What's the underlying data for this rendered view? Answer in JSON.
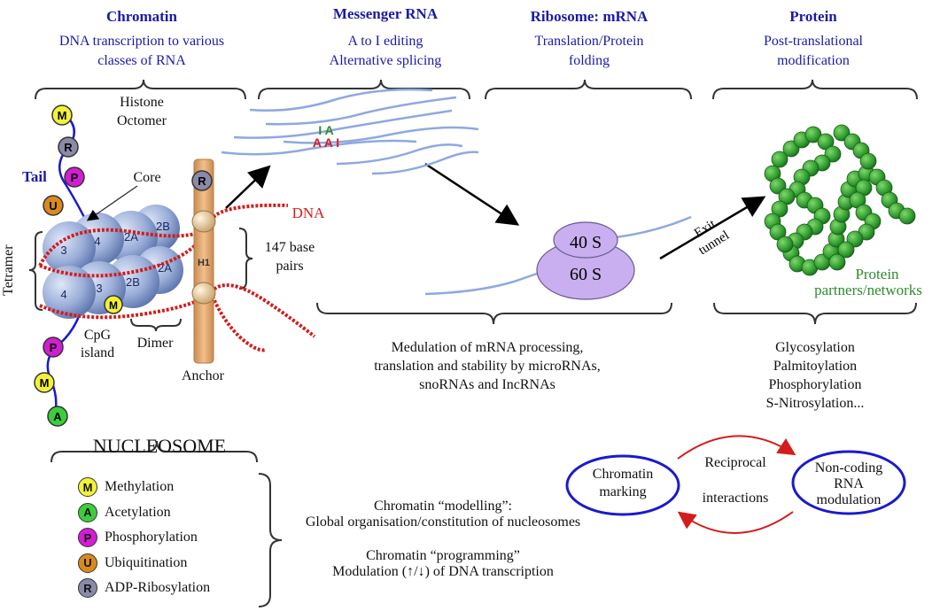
{
  "columns": [
    {
      "title": "Chromatin",
      "subtitle_1": "DNA transcription to various",
      "subtitle_2": "classes of RNA"
    },
    {
      "title": "Messenger RNA",
      "subtitle_1": "A to I editing",
      "subtitle_2": "Alternative splicing"
    },
    {
      "title": "Ribosome: mRNA",
      "subtitle_1": "Translation/Protein",
      "subtitle_2": "folding"
    },
    {
      "title": "Protein",
      "subtitle_1": "Post-translational",
      "subtitle_2": "modification"
    }
  ],
  "nucleosome": {
    "histone_1": "Histone",
    "histone_2": "Octomer",
    "tail": "Tail",
    "core": "Core",
    "tetramer": "Tetramer",
    "dna": "DNA",
    "bp_1": "147 base",
    "bp_2": "pairs",
    "cpg_1": "CpG",
    "cpg_2": "island",
    "dimer": "Dimer",
    "anchor": "Anchor",
    "h1": "H1",
    "title": "NUCLEOSOME",
    "histone_letters": [
      "3",
      "4",
      "2A",
      "2B",
      "4",
      "3",
      "2B",
      "2A"
    ],
    "tail_marks_top": [
      "M",
      "R",
      "P",
      "U"
    ],
    "tail_marks_bottom": [
      "P",
      "M",
      "A"
    ],
    "anchor_mark": "R",
    "cpg_mark": "M"
  },
  "mrna": {
    "editing_top": "I A",
    "editing_bottom": "A A I"
  },
  "ribosome": {
    "small": "40 S",
    "large": "60 S",
    "exit_1": "Exit",
    "exit_2": "tunnel",
    "caption_1": "Medulation of mRNA processing,",
    "caption_2": "translation and stability by microRNAs,",
    "caption_3": "snoRNAs and IncRNAs"
  },
  "protein": {
    "partners_1": "Protein",
    "partners_2": "partners/networks",
    "mods": [
      "Glycosylation",
      "Palmitoylation",
      "Phosphorylation",
      "S-Nitrosylation..."
    ]
  },
  "legend": [
    {
      "letter": "M",
      "label": "Methylation",
      "color": "#f2f23a"
    },
    {
      "letter": "A",
      "label": "Acetylation",
      "color": "#3ccd3c"
    },
    {
      "letter": "P",
      "label": "Phosphorylation",
      "color": "#d21ed2"
    },
    {
      "letter": "U",
      "label": "Ubiquitination",
      "color": "#d98a1e"
    },
    {
      "letter": "R",
      "label": "ADP-Ribosylation",
      "color": "#8a8aa8"
    }
  ],
  "chromatin_text": {
    "modelling_1": "Chromatin “modelling”:",
    "modelling_2": "Global organisation/constitution of nucleosomes",
    "programming_1": "Chromatin “programming”",
    "programming_2": "Modulation (↑/↓) of DNA transcription"
  },
  "reciprocal": {
    "left_1": "Chromatin",
    "left_2": "marking",
    "mid_1": "Reciprocal",
    "mid_2": "interactions",
    "right_1": "Non-coding",
    "right_2": "RNA",
    "right_3": "modulation"
  },
  "colors": {
    "header_blue": "#1a1aa6",
    "dna_red": "#d41c1c",
    "protein_green": "#2e9a2e",
    "rna_blue": "#8fa8e0",
    "ribosome_purple": "#c9aef0",
    "histone_blue": "#9aaed8",
    "anchor_tan": "#e8b27a"
  }
}
